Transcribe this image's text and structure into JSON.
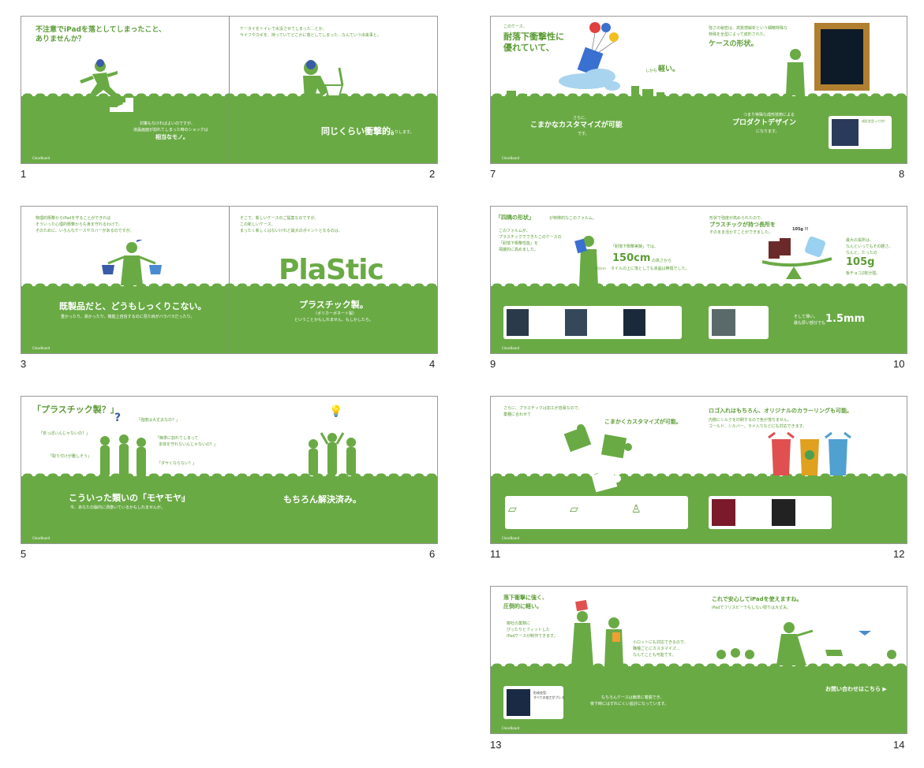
{
  "brand_tag": "ClearBoard",
  "page_numbers": [
    "1",
    "2",
    "3",
    "4",
    "5",
    "6",
    "7",
    "8",
    "9",
    "10",
    "11",
    "12",
    "13",
    "14"
  ],
  "spread1": {
    "heading": "不注意でiPadを落としてしまったこと、",
    "heading2": "ありませんか？",
    "right_top": "ケータイをトイレで水没させてしまった…とか、",
    "right_top2": "サイフやカギを、持っていてどこかに落としてしまった…なんていう出来事と。",
    "body1": "対策もなければよいのですが、",
    "body2": "液晶画面が割れてしまった時のショックは",
    "emph": "相当なモノ。",
    "right_emph": "同じくらい衝撃的。",
    "right_tail": "だったりします。"
  },
  "spread2": {
    "l1": "物理的衝撃からiPadを守ることができれば",
    "l2": "そういった心理的衝撃からも身を守れるわけで。",
    "l3": "そのために、いろんなケースやカバーがあるのですが。",
    "r1": "そこで、新しいケースのご提案なのですが。",
    "r2": "この新しいケース、",
    "r3": "まったく新しくはないけれど最大のポイントとなるのは、",
    "big_word": "PlaStic",
    "left_emph": "既製品だと、どうもしっくりこない。",
    "left_sub": "重かったり、高かったり、機能上自信するのに見た目がバラバラだったり。",
    "right_emph": "プラスチック製。",
    "right_sub1": "（ポリカーボネート製）",
    "right_sub2": "ということかもしれません、もしかしたら。"
  },
  "spread3": {
    "title": "「プラスチック製？」",
    "q1": "「強度は大丈夫なの？」",
    "q2": "「安っぽいんじゃないの？」",
    "q3": "「簡単に割れてしまって",
    "q3b": "本体を守れないんじゃないの？」",
    "q4": "「取り付けが難しそう」",
    "q5": "「ダサくならない？」",
    "left_emph": "こういった類いの「モヤモヤ」",
    "left_emph_tail": "が",
    "left_sub": "今、あなたの脳内に渦巻いているかもしれませんが。",
    "right_emph": "もちろん解決済み。"
  },
  "spread4": {
    "l_small": "このケース、",
    "l_big1": "耐落下衝撃性に",
    "l_big2": "優れていて、",
    "l_light": "しかも",
    "l_light_emph": "軽い。",
    "r1": "強さの秘密は、高質感解析という細精特殊な",
    "r2": "特殊を全型によって成形された。",
    "r_emph": "ケースの形状。",
    "bottom_l_small": "さらに、",
    "bottom_l_emph": "こまかなカスタマイズが可能",
    "bottom_l_tail": "です。",
    "bottom_r_small": "つまり特殊な成形技術による",
    "bottom_r_emph": "プロダクトデザイン",
    "bottom_r_tail": "になります。",
    "card_title": "成形金型って何？"
  },
  "spread5": {
    "l_title": "「四隅の形状」",
    "l_title_tail": "が特徴的なこのフォルム。",
    "l1": "このフォルムが、",
    "l2": "プラスチックでできたこのケースの",
    "l3": "「耐落下衝撃性能」を",
    "l4": "飛躍的に高めました。",
    "test_label": "「耐落下衝撃実験」では、",
    "drop_height": "150cm",
    "drop_tail": "の高さから",
    "drop_line2": "タイルの上に落としても液晶は無傷でした。",
    "height_tag": "150cm",
    "r1": "形状で強度が高められたので、",
    "r2": "プラスチックが持つ長所を",
    "r3": "そのまま活かすことができました。",
    "weight_bubble": "105g !!",
    "r_a": "最大の長所は、",
    "r_b": "なんといってもその軽さ。",
    "r_c": "なんと、たったの",
    "weight": "105g",
    "r_d": "板チョコ2枚分弱。",
    "thin_pre1": "そして薄い。",
    "thin_pre2": "最も厚い部分でも",
    "thickness": "1.5mm"
  },
  "spread6": {
    "l1": "さらに、プラスチックは加工が容易なので、",
    "l2": "業種に合わせて",
    "l_emph": "こまかくカスタマイズが可能。",
    "r_emph": "ロゴ入れはもちろん、オリジナルのカラーリングも可能。",
    "r1": "内側にシルクを印刷するので色が落ちません。",
    "r2": "ゴールド、シルバー、ラメ入りなどにも対応できます。"
  },
  "spread7": {
    "l_big1": "落下衝撃に強く、",
    "l_big2": "圧倒的に軽い。",
    "l1": "御社の業務に",
    "l2": "ぴったりとフィットした",
    "l3": "iPadケースが制作できます。",
    "mid1": "小ロットにも対応できるので、",
    "mid2": "職種ごとにカスタマイズ…",
    "mid3": "なんてことも可能です。",
    "r_big": "これで安心してiPadを使えますね。",
    "r_sub": "iPadでフリスビーでもしない限りは大丈夫。",
    "center1": "もちろんケースは簡単に着脱でき、",
    "center2": "夜下時にはすれにくい設計になっています。",
    "cta": "お問い合わせはこちら ▶",
    "card_title": "形成金型：",
    "card_title2": "すべての加工がプレス"
  },
  "colors": {
    "grass": "#6aaa45",
    "accent_text": "#5c9c36",
    "border": "#9a9a9a"
  }
}
